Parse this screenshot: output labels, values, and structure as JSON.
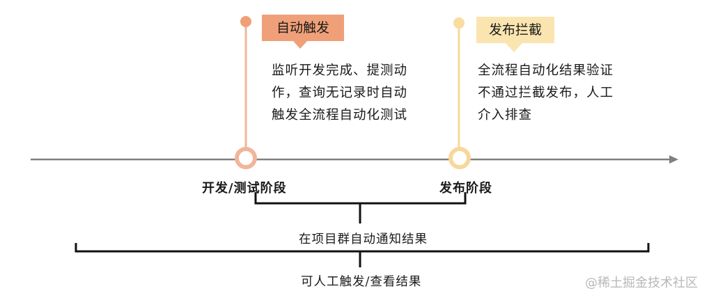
{
  "colors": {
    "axis": "#808080",
    "auto_trigger": "#f0a078",
    "auto_line": "#f3b59a",
    "release": "#fae5b0",
    "release_line": "#f7d89a",
    "bracket": "#111111"
  },
  "milestones": [
    {
      "tag": "自动触发",
      "description": [
        "监听开发完成、提测动",
        "作，查询无记录时自动",
        "触发全流程自动化测试"
      ],
      "stage": "开发/测试阶段"
    },
    {
      "tag": "发布拦截",
      "description": [
        "全流程自动化结果验证",
        "不通过拦截发布，人工",
        "介入排查"
      ],
      "stage": "发布阶段"
    }
  ],
  "notes": {
    "group_notify": "在项目群自动通知结果",
    "manual_trigger": "可人工触发/查看结果"
  },
  "watermark": "@稀土掘金技术社区"
}
